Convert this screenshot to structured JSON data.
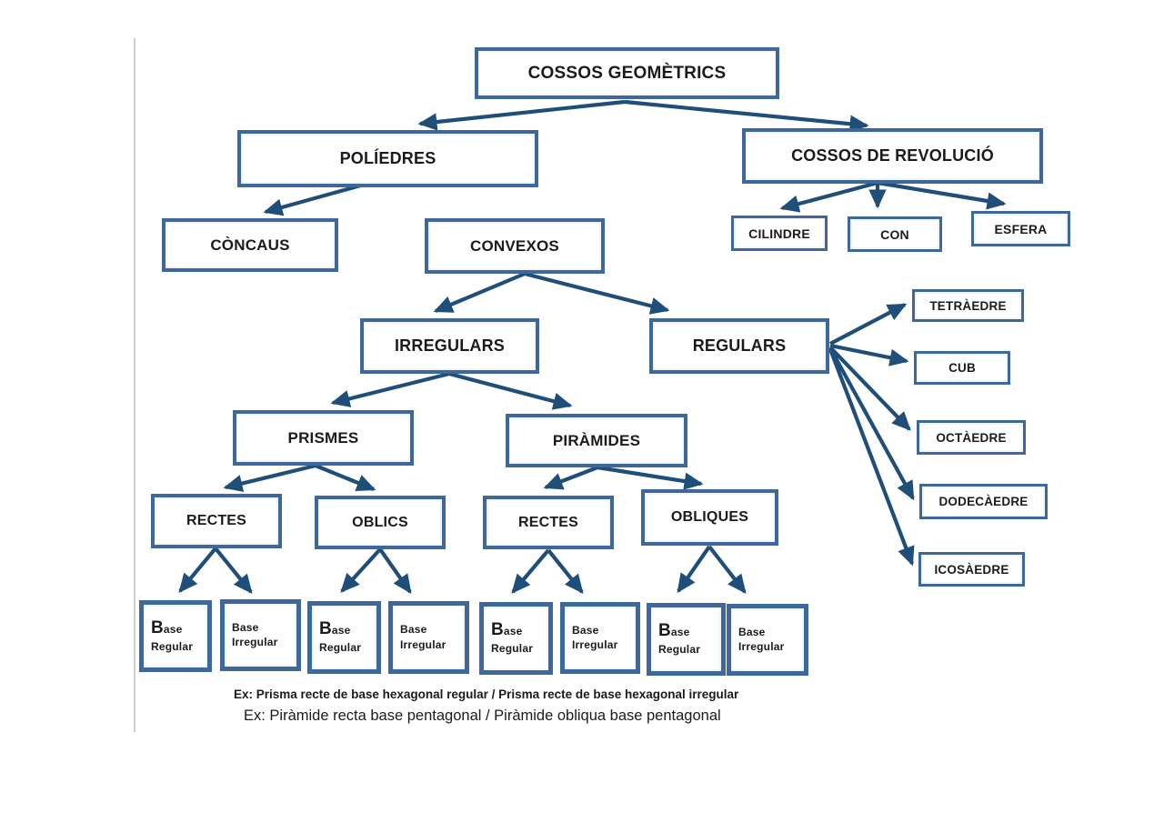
{
  "colors": {
    "box_border": "#3d6899",
    "arrow": "#1f4e79",
    "text": "#1b1b1b",
    "divider": "#cfcfcf"
  },
  "nodes": {
    "root": "COSSOS GEOMÈTRICS",
    "poliedres": "POLÍEDRES",
    "revolucio": "COSSOS DE REVOLUCIÓ",
    "concaus": "CÒNCAUS",
    "convexos": "CONVEXOS",
    "cilindre": "CILINDRE",
    "con": "CON",
    "esfera": "ESFERA",
    "irregulars": "IRREGULARS",
    "regulars": "REGULARS",
    "tetraedre": "TETRÀEDRE",
    "cub": "CUB",
    "octaedre": "OCTÀEDRE",
    "dodecaedre": "DODECÀEDRE",
    "icosaedre": "ICOSÀEDRE",
    "prismes": "PRISMES",
    "piramides": "PIRÀMIDES",
    "rectes_prismes": "RECTES",
    "oblics": "OBLICS",
    "rectes_piramides": "RECTES",
    "obliques": "OBLIQUES"
  },
  "leaves": [
    {
      "line1": "Base",
      "line2": "Regular"
    },
    {
      "line1": "Base",
      "line2": "Irregular"
    },
    {
      "line1": "Base",
      "line2": "Regular"
    },
    {
      "line1": "Base",
      "line2": "Irregular"
    },
    {
      "line1": "Base",
      "line2": "Regular"
    },
    {
      "line1": "Base",
      "line2": "Irregular"
    },
    {
      "line1": "Base",
      "line2": "Regular"
    },
    {
      "line1": "Base",
      "line2": "Irregular"
    }
  ],
  "notes": {
    "prisma": "Ex: Prisma recte de base hexagonal regular / Prisma recte de base hexagonal irregular",
    "piramide": "Ex: Piràmide recta base pentagonal / Piràmide obliqua base pentagonal"
  }
}
